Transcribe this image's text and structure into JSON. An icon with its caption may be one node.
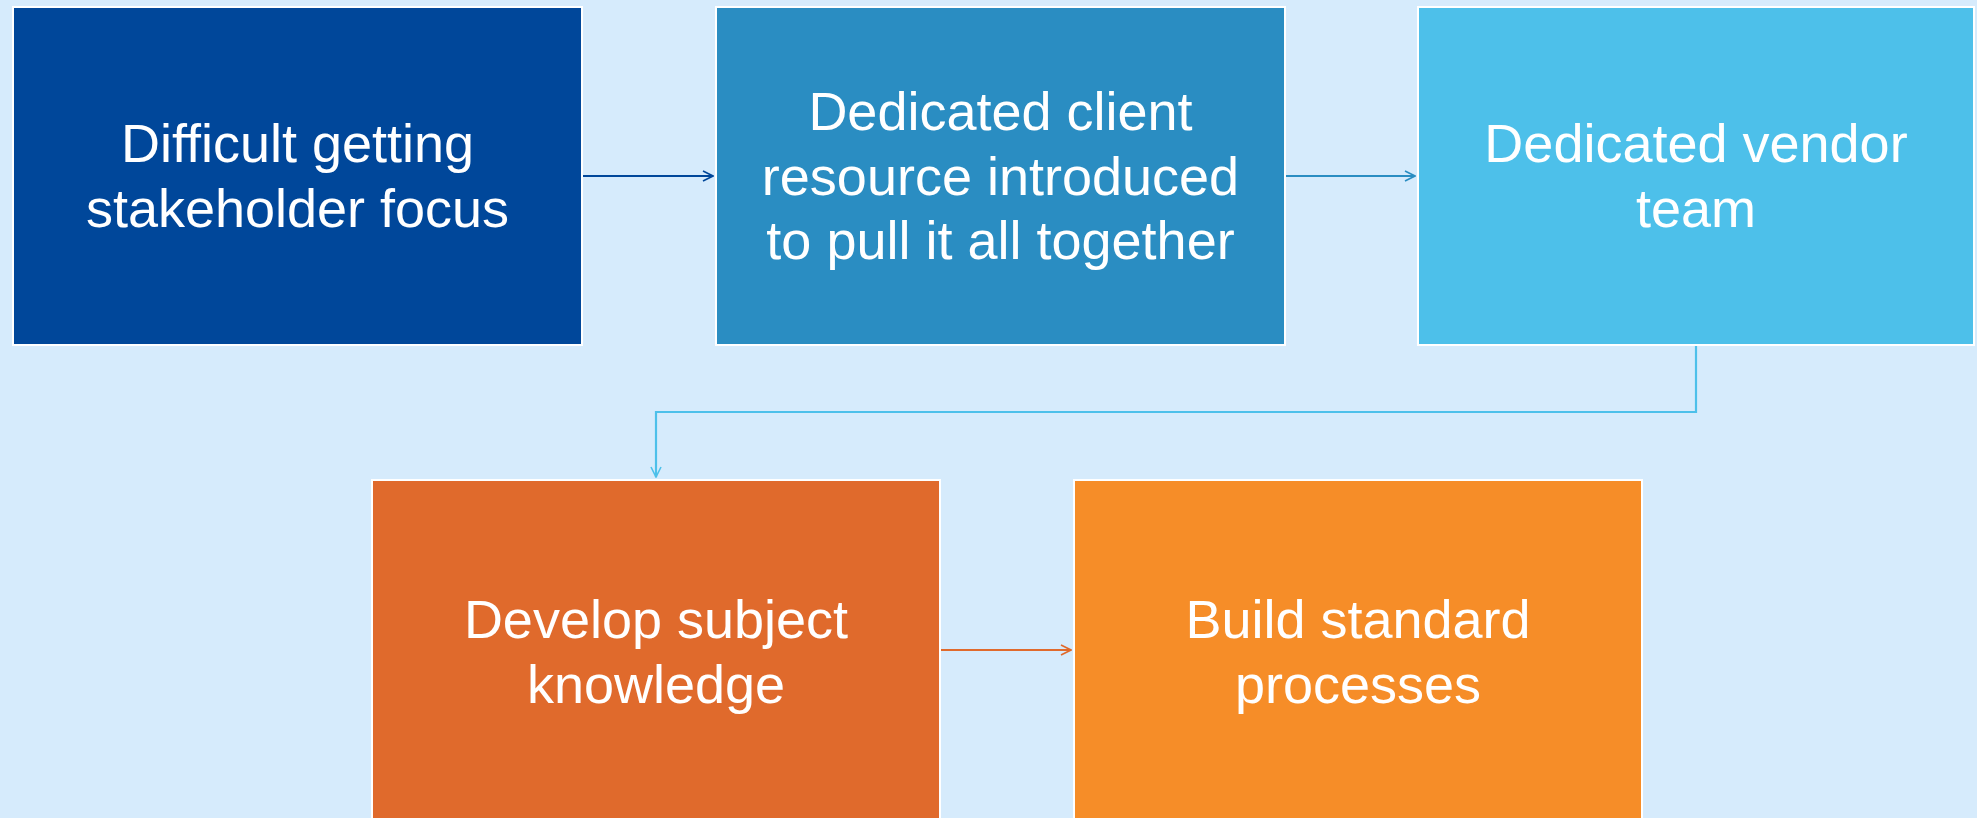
{
  "diagram": {
    "nodes": [
      {
        "text": [
          "Difficult getting stakeholder focus"
        ]
      },
      {
        "text": [
          "Dedicated client resource introduced to pull it all together"
        ]
      },
      {
        "text": [
          "Dedicated vendor team"
        ]
      },
      {
        "text": [
          "Develop subject knowledge"
        ]
      },
      {
        "text": [
          "Build standard processes"
        ]
      }
    ],
    "edges": [
      {
        "from": 0,
        "to": 1,
        "arrow": "to",
        "color": "#00479a"
      },
      {
        "from": 1,
        "to": 2,
        "arrow": "to",
        "color": "#2a8dc2"
      },
      {
        "from": 2,
        "to": 3,
        "arrow": "to",
        "color": "#4dc0ea"
      },
      {
        "from": 3,
        "to": 4,
        "arrow": "to",
        "color": "#e06a2c"
      }
    ]
  }
}
